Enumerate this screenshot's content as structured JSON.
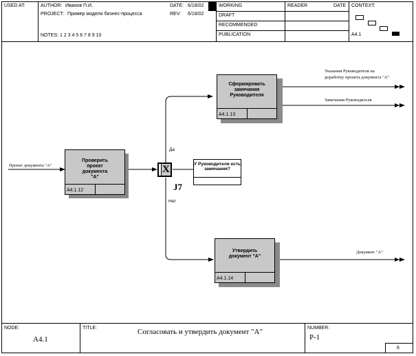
{
  "header": {
    "used_at": "USED AT:",
    "author_label": "AUTHOR:",
    "author_value": "Иванов П.И.",
    "project_label": "PROJECT:",
    "project_value": "Пример модели бизнес-процесса",
    "date_label": "DATE:",
    "date_value": "6/18/02",
    "rev_label": "REV:",
    "rev_value": "6/18/02",
    "notes": "NOTES:  1  2  3  4  5  6  7  8  9  10",
    "status": [
      "WORKING",
      "DRAFT",
      "RECOMMENDED",
      "PUBLICATION"
    ],
    "reader": "READER",
    "date2": "DATE",
    "context": "CONTEXT:",
    "context_node": "A4.1"
  },
  "diagram": {
    "boxes": [
      {
        "label": "Проверить проект документа \"А\"",
        "number": "А4.1.12"
      },
      {
        "label": "Сформировать замечания Руководителя",
        "number": "А4.1.13"
      },
      {
        "label": "Утвердить документ \"А\"",
        "number": "А4.1.14"
      }
    ],
    "junction": {
      "symbol": "X",
      "name": "J7"
    },
    "referent_note": "У Руководителя есть замечания?",
    "branch_yes": "Да",
    "branch_no": "Нет",
    "arrows": {
      "input": "Проект документа \"А\"",
      "out_top_1_line1": "Указания Руководителя на",
      "out_top_1_line2": "доработку проекта документа \"А\"",
      "out_top_2": "Замечания Руководителя",
      "out_bottom": "Документ \"А\""
    }
  },
  "footer": {
    "node_label": "NODE:",
    "node_value": "A4.1",
    "title_label": "TITLE:",
    "title_value": "Согласовать и утвердить документ \"А\"",
    "number_label": "NUMBER:",
    "number_value": "P-1",
    "page": "6"
  }
}
